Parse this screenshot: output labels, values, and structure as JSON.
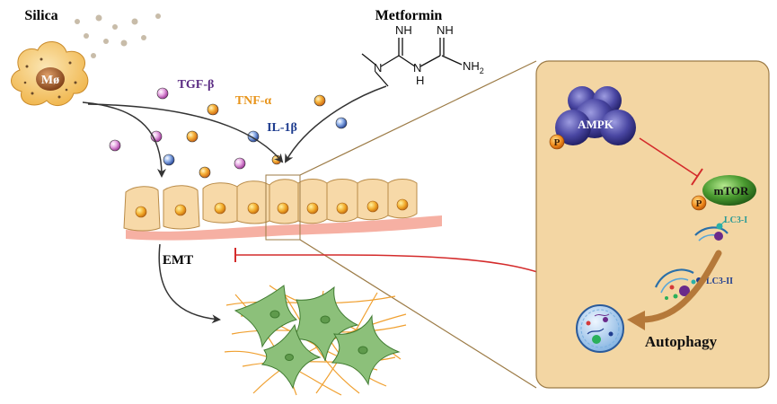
{
  "labels": {
    "silica": "Silica",
    "metformin": "Metformin",
    "macrophage": "Mø",
    "tgf": "TGF-β",
    "tnf": "TNF-α",
    "il1": "IL-1β",
    "emt": "EMT",
    "ampk": "AMPK",
    "mtor": "mTOR",
    "phospho": "P",
    "lc3i": "LC3-I",
    "lc3ii": "LC3-II",
    "autophagy": "Autophagy"
  },
  "chem": {
    "nh": "NH",
    "n": "N",
    "h": "H",
    "nh2": "NH",
    "sub2": "2"
  },
  "colors": {
    "tgf": "#5b2c83",
    "tnf": "#e8951c",
    "il1": "#1f3d8f",
    "inhibit": "#d42b2b",
    "panel": "#f3d6a3",
    "panel_border": "#9c7b46",
    "cell": "#f7d9a8",
    "fibroblast": "#7fb36b",
    "fiber": "#f0a030",
    "ampk": "#3d3a8f",
    "mtor": "#3f8a2e"
  }
}
